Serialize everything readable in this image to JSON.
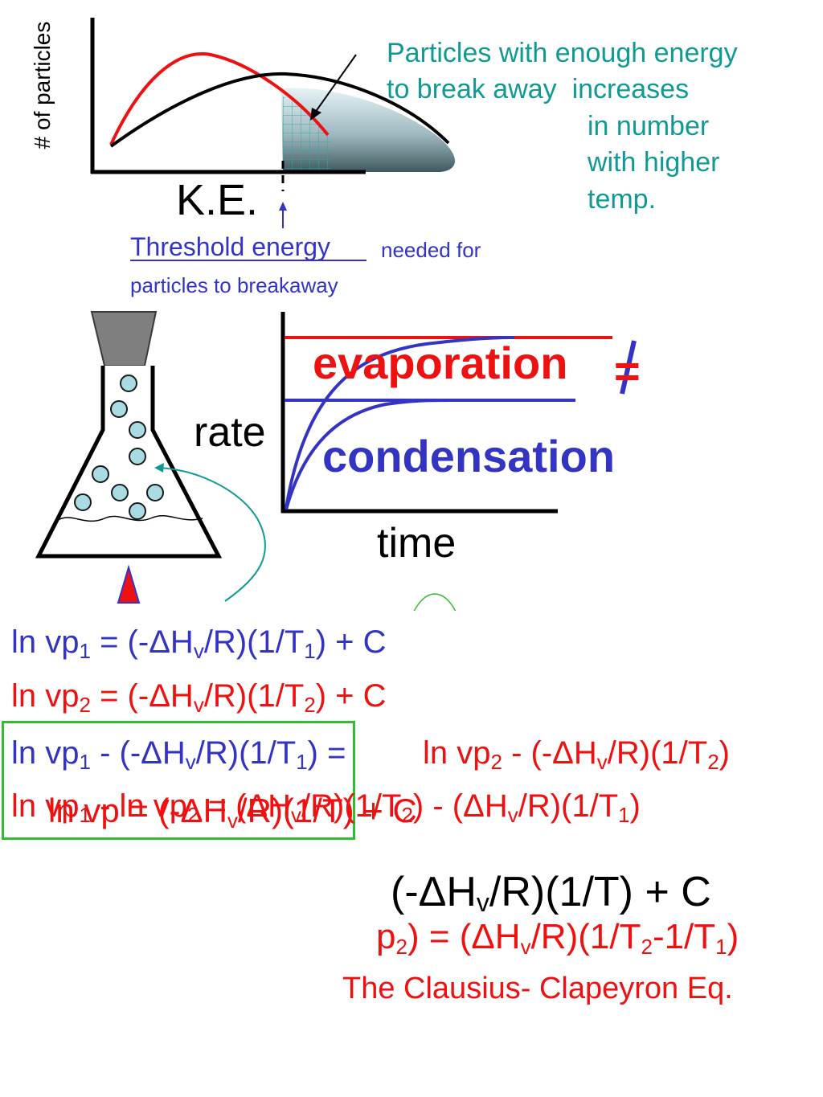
{
  "distribution": {
    "y_axis_label": "# of particles",
    "x_axis_label": "K.E.",
    "annotation_lines": [
      "Particles with enough energy",
      "to break away  increases"
    ],
    "annotation_cont": [
      "in number",
      "with higher",
      "temp."
    ],
    "threshold_label": "Threshold energy",
    "threshold_rest": "needed for",
    "threshold_line2": "particles to breakaway",
    "colors": {
      "low_temp": "#ee1111",
      "high_temp": "#000000",
      "annotation": "#119a94",
      "threshold": "#3434c4"
    }
  },
  "rate_graph": {
    "y_label": "rate",
    "x_label": "time",
    "evaporation": "evaporation",
    "condensation": "condensation",
    "not_equal": "=",
    "colors": {
      "evaporation": "#ee1111",
      "condensation": "#3434c4"
    }
  },
  "equations": {
    "l1": {
      "a": "ln vp",
      "s1": "1",
      "b": " = (-ΔH",
      "s2": "v",
      "c": "/R)(1/T",
      "s3": "1",
      "d": ") + C"
    },
    "l2": {
      "a": "ln vp",
      "s1": "2",
      "b": " = (-ΔH",
      "s2": "v",
      "c": "/R)(1/T",
      "s3": "2",
      "d": ") + C"
    },
    "l3_left": {
      "a": "ln vp",
      "s1": "1",
      "b": " - (-ΔH",
      "s2": "v",
      "c": "/R)(1/T",
      "s3": "1",
      "d": ") = "
    },
    "l3_right": {
      "a": "ln vp",
      "s1": "2",
      "b": " - (-ΔH",
      "s2": "v",
      "c": "/R)(1/T",
      "s3": "2",
      "d": ")"
    },
    "l4_front": {
      "a": "ln vp",
      "s1": "1",
      "b": " - ln vp",
      "s2": "2",
      "c": " = (ΔH",
      "s3": "v",
      "d": "/R)(1/T",
      "s4": "2",
      "e": ") - (ΔH",
      "s5": "v",
      "f": "/R)(1/T",
      "s6": "1",
      "g": ")"
    },
    "l4_back": {
      "a": "ln vp",
      "s1": "",
      "b": " = (-ΔH",
      "s2": "v",
      "c": "/R)(1/T",
      "s3": "",
      "d": ") + C"
    },
    "general": {
      "a": "(-ΔH",
      "s1": "v",
      "b": "/R)(1/T) + C"
    },
    "final": {
      "a": "p",
      "s1": "2",
      "b": ") = (ΔH",
      "s2": "v",
      "c": "/R)(1/T",
      "s3": "2",
      "d": "-1/T",
      "s4": "1",
      "e": ")"
    },
    "caption": "The Clausius- Clapeyron Eq."
  }
}
